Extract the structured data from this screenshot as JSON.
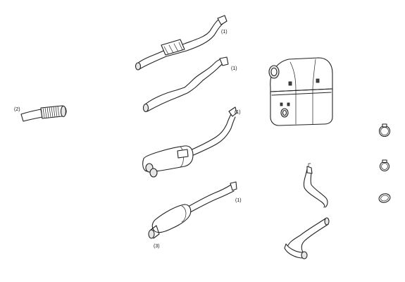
{
  "labels": {
    "part_1a": "(1)",
    "part_1b": "(1)",
    "part_1c": "(1)",
    "part_1d": "(1)",
    "part_2": "(2)",
    "part_3": "(3)"
  },
  "colors": {
    "line": "#222222",
    "background": "#ffffff",
    "shade": "#e6e6e6"
  }
}
